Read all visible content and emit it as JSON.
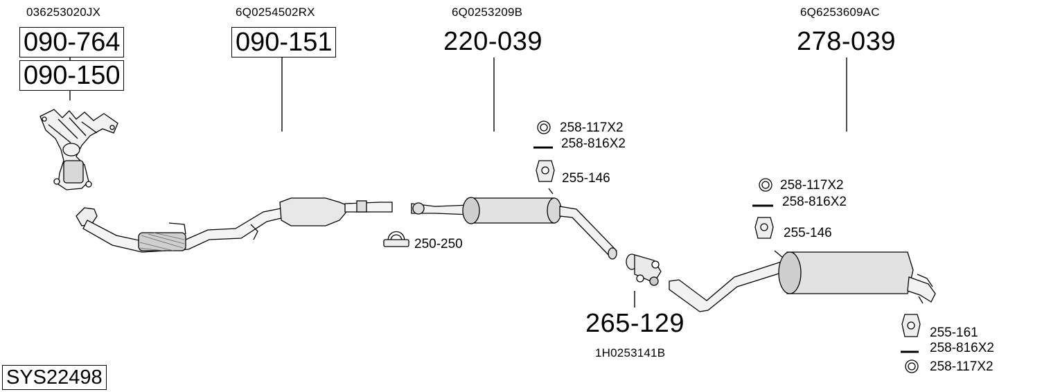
{
  "oem_numbers": {
    "manifold": "036253020JX",
    "front_pipe": "6Q0254502RX",
    "middle": "6Q0253209B",
    "rear": "6Q6253609AC",
    "connector": "1H0253141B"
  },
  "part_numbers": {
    "manifold_a": "090-764",
    "manifold_b": "090-150",
    "front_pipe": "090-151",
    "middle_silencer": "220-039",
    "rear_silencer": "278-039",
    "connector": "265-129"
  },
  "fittings": {
    "ring_1": "258-117X2",
    "bolt_1": "258-816X2",
    "hanger_1": "255-146",
    "clamp": "250-250",
    "ring_2": "258-117X2",
    "bolt_2": "258-816X2",
    "hanger_2": "255-146",
    "hanger_3": "255-161",
    "bolt_3": "258-816X2",
    "ring_3": "258-117X2"
  },
  "system_id": "SYS22498"
}
